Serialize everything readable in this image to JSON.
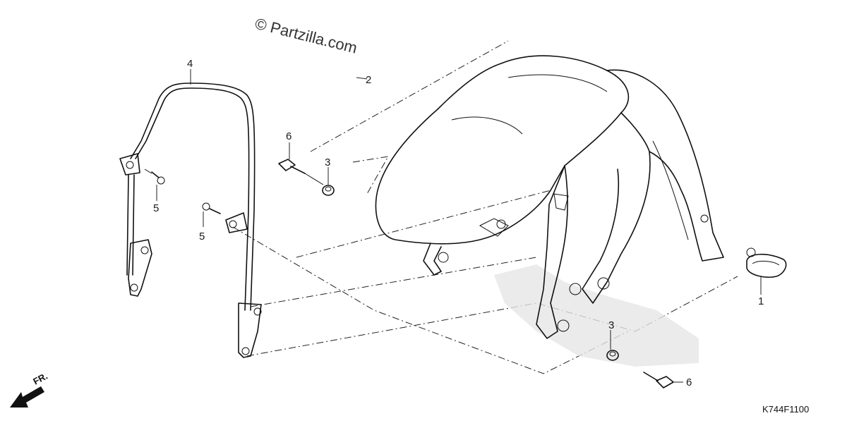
{
  "watermark": "© Partzilla.com",
  "diagram_code": "K744F1100",
  "front_indicator": "FR.",
  "parts": [
    {
      "ref": "1"
    },
    {
      "ref": "2"
    },
    {
      "ref": "3"
    },
    {
      "ref": "3"
    },
    {
      "ref": "4"
    },
    {
      "ref": "5"
    },
    {
      "ref": "5"
    },
    {
      "ref": "6"
    },
    {
      "ref": "6"
    }
  ]
}
